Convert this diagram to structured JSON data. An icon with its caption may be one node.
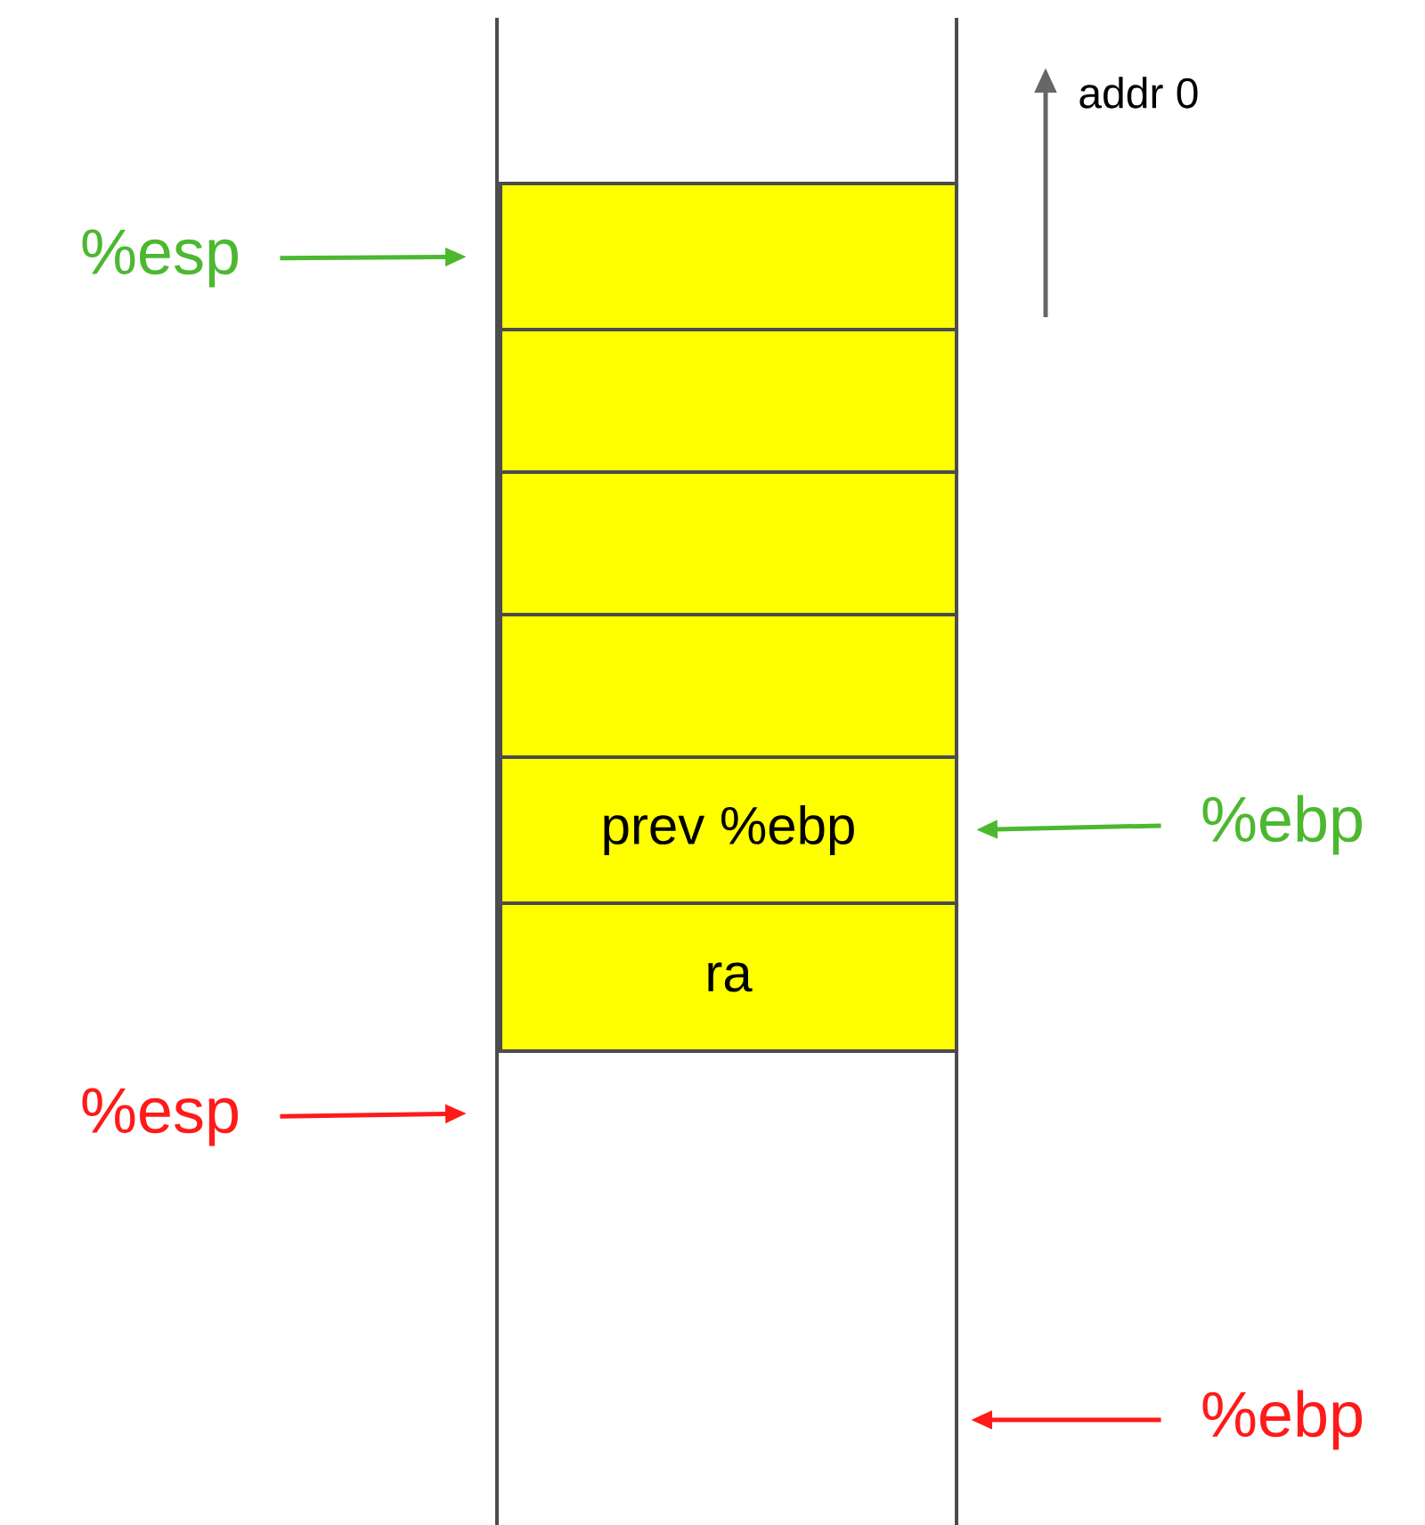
{
  "diagram": {
    "nodes": [
      {
        "text": [],
        "shape": "box"
      },
      {
        "text": [],
        "shape": "box"
      },
      {
        "text": [],
        "shape": "box"
      },
      {
        "text": [],
        "shape": "box"
      },
      {
        "text": [
          "prev %ebp"
        ]
      },
      {
        "text": [
          "ra"
        ]
      },
      {
        "text": [
          "%esp"
        ]
      },
      {
        "text": [
          "%ebp"
        ]
      },
      {
        "text": [
          "%esp"
        ]
      },
      {
        "text": [
          "%ebp"
        ]
      }
    ],
    "edges": [
      {
        "from": 6,
        "to": 0,
        "arrow": "to",
        "color": "#4cb830"
      },
      {
        "from": 7,
        "to": 4,
        "arrow": "to",
        "color": "#4cb830"
      },
      {
        "from": 8,
        "to": null,
        "arrow": "to",
        "color": "#ff1a1a"
      },
      {
        "from": 9,
        "to": null,
        "arrow": "to",
        "color": "#ff1a1a"
      }
    ],
    "labels": [
      "addr 0"
    ]
  }
}
